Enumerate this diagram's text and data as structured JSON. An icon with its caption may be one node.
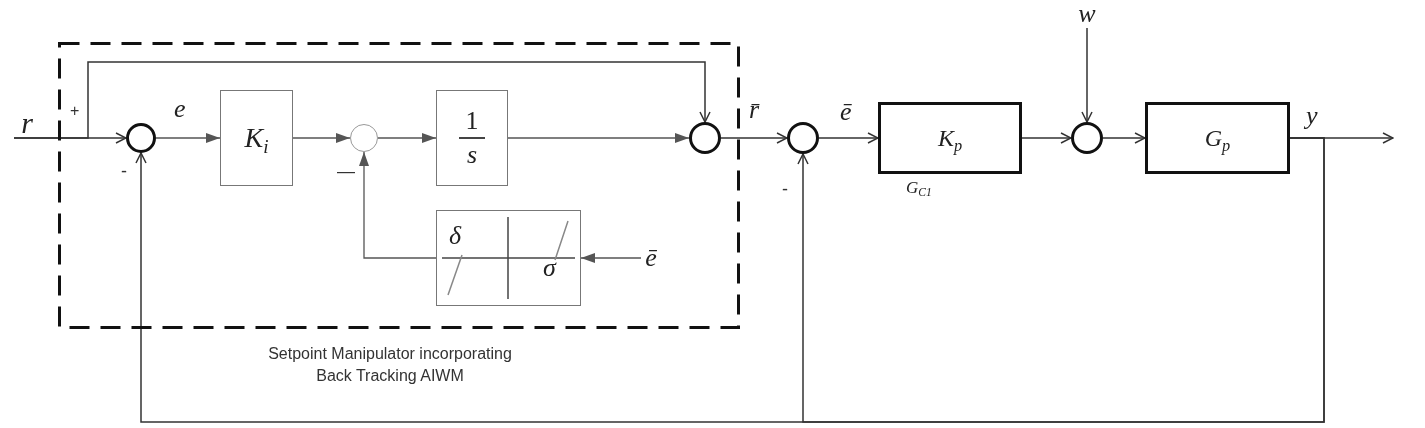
{
  "diagram": {
    "nodes": [
      {
        "text": [
          "r"
        ]
      },
      {
        "text": [
          "Setpoint Manipulator incorporating Back Tracking AIWM"
        ]
      },
      {
        "text": [],
        "shape": "circle",
        "in": 1
      },
      {
        "text": [
          "K$_{i}$"
        ],
        "in": 1
      },
      {
        "text": [],
        "shape": "circle",
        "in": 1
      },
      {
        "text": [
          "1",
          "s"
        ],
        "in": 1
      },
      {
        "text": [],
        "shape": "circle",
        "in": 1
      },
      {
        "text": [
          "δ",
          "σ"
        ],
        "in": 1
      },
      {
        "text": [
          "ē"
        ],
        "in": 1
      },
      {
        "text": [],
        "shape": "circle"
      },
      {
        "text": [
          "K$_{p}$"
        ],
        "beside": [
          "G$_{C1}$"
        ]
      },
      {
        "text": [
          "w"
        ]
      },
      {
        "text": [],
        "shape": "circle"
      },
      {
        "text": [
          "G$_{p}$"
        ]
      }
    ],
    "edges": [
      {
        "from": 0,
        "to": 2,
        "arrow": "to"
      },
      {
        "from": 0,
        "to": 6,
        "arrow": "to"
      },
      {
        "from": 2,
        "to": 3,
        "arrow": "to",
        "label": "e"
      },
      {
        "from": 3,
        "to": 4,
        "arrow": "to"
      },
      {
        "from": 4,
        "to": 5,
        "arrow": "to"
      },
      {
        "from": 5,
        "to": 6,
        "arrow": "to"
      },
      {
        "from": 8,
        "to": 7,
        "arrow": "to"
      },
      {
        "from": 7,
        "to": 4,
        "arrow": "to"
      },
      {
        "from": 6,
        "to": 9,
        "arrow": "to",
        "label": "r̄"
      },
      {
        "from": 9,
        "to": 10,
        "arrow": "to",
        "label": "ē"
      },
      {
        "from": 10,
        "to": 12,
        "arrow": "to"
      },
      {
        "from": 11,
        "to": 12,
        "arrow": "to"
      },
      {
        "from": 12,
        "to": 13,
        "arrow": "to"
      },
      {
        "from": 13,
        "to": null,
        "arrow": "to",
        "label": "y"
      },
      {
        "from": 13,
        "to": 9,
        "arrow": "to"
      },
      {
        "from": 13,
        "to": 2,
        "arrow": "to"
      }
    ],
    "labels": [
      "+",
      "-",
      "—",
      "-"
    ]
  }
}
